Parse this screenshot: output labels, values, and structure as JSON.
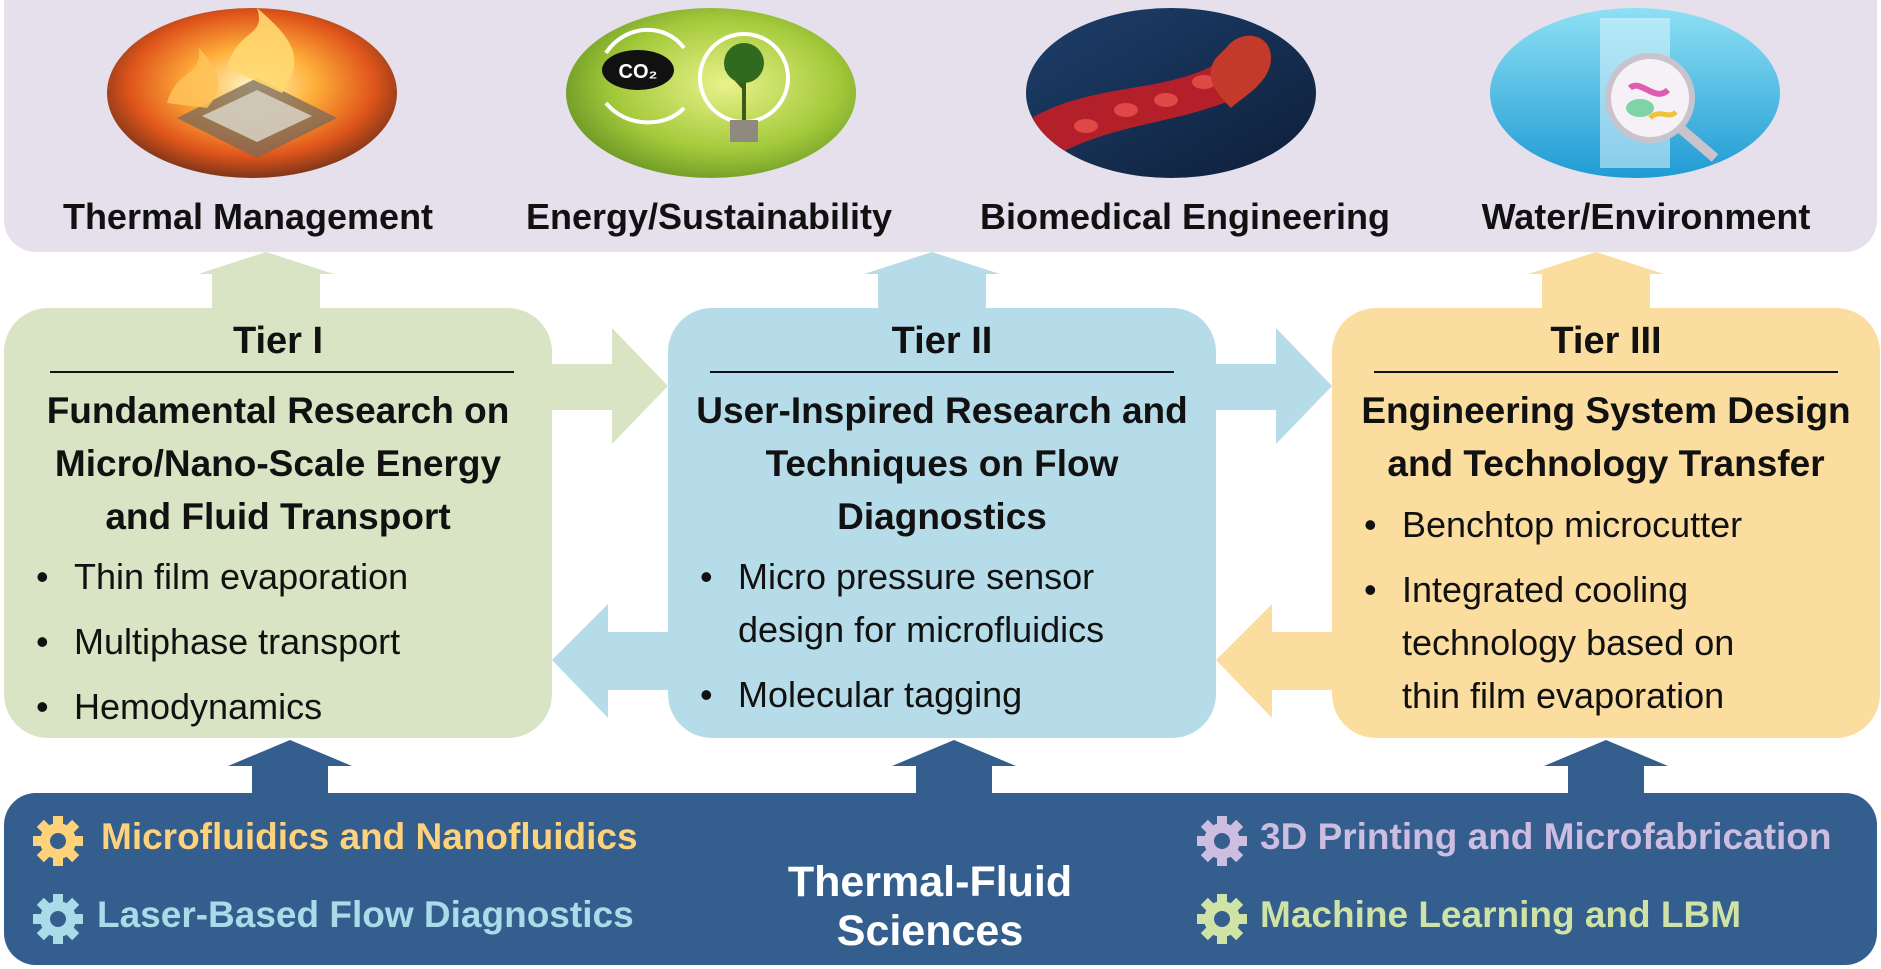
{
  "applications": [
    {
      "label": "Thermal Management",
      "icon": "burning-chip-image"
    },
    {
      "label": "Energy/Sustainability",
      "icon": "co2-lightbulb-tree-image"
    },
    {
      "label": "Biomedical Engineering",
      "icon": "blood-vessel-heart-image"
    },
    {
      "label": "Water/Environment",
      "icon": "water-microbes-magnifier-image"
    }
  ],
  "co2_label": "CO₂",
  "tiers": [
    {
      "title": "Tier I",
      "heading": [
        "Fundamental Research on",
        "Micro/Nano-Scale Energy",
        "and Fluid Transport"
      ],
      "bullets": [
        "Thin film evaporation",
        "Multiphase transport",
        "Hemodynamics"
      ],
      "color": "#d8e4c3"
    },
    {
      "title": "Tier II",
      "heading": [
        "User-Inspired Research and",
        "Techniques on Flow",
        "Diagnostics"
      ],
      "bullets": [
        [
          "Micro pressure sensor",
          "design for microfluidics"
        ],
        "Molecular tagging"
      ],
      "color": "#b5dce8"
    },
    {
      "title": "Tier III",
      "heading": [
        "Engineering System Design",
        "and Technology Transfer"
      ],
      "bullets": [
        "Benchtop microcutter",
        [
          "Integrated cooling",
          "technology based on",
          "thin film evaporation"
        ]
      ],
      "color": "#fbdda0"
    }
  ],
  "bullet_symbol": "•",
  "base": {
    "title": "Thermal-Fluid Sciences",
    "tools": [
      {
        "label": "Microfluidics and Nanofluidics",
        "color": "#fdd27a"
      },
      {
        "label": "Laser-Based Flow Diagnostics",
        "color": "#a9dbe9"
      },
      {
        "label": "3D Printing and Microfabrication",
        "color": "#cdbde0"
      },
      {
        "label": "Machine Learning and LBM",
        "color": "#cfe3a6"
      }
    ],
    "background": "#345e8e"
  },
  "arrow_colors": {
    "green": "#d8e4c3",
    "blue": "#b5dce8",
    "orange": "#fbdda0",
    "navy": "#345e8e"
  }
}
